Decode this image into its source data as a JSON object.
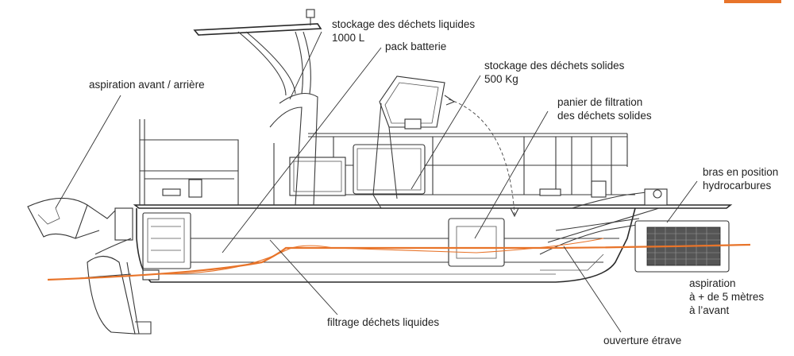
{
  "labels": {
    "liquid_storage_1": "stockage des déchets liquides",
    "liquid_storage_2": "1000 L",
    "battery": "pack batterie",
    "solid_storage_1": "stockage des déchets solides",
    "solid_storage_2": "500 Kg",
    "suction_front_rear": "aspiration avant / arrière",
    "basket_1": "panier de filtration",
    "basket_2": "des déchets solides",
    "arm_1": "bras en position",
    "arm_2": "hydrocarbures",
    "suction_ahead_1": "aspiration",
    "suction_ahead_2": "à + de 5 mètres",
    "suction_ahead_3": "à l’avant",
    "liquid_filter": "filtrage déchets liquides",
    "bow_opening": "ouverture étrave"
  },
  "colors": {
    "accent_orange": "#e8742a",
    "line": "#333333"
  }
}
